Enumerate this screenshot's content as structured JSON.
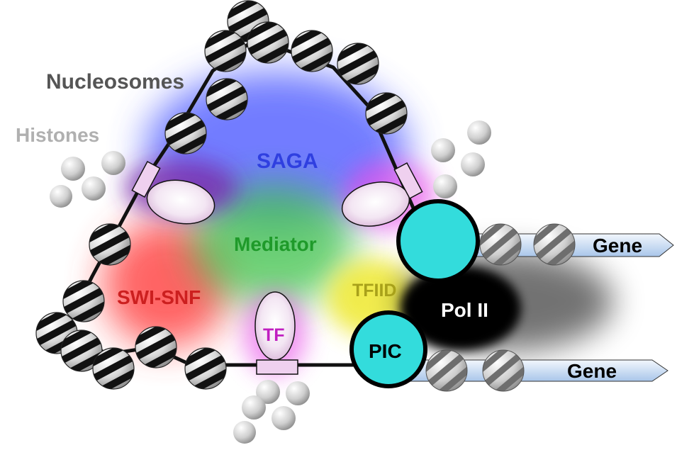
{
  "labels": {
    "nucleosomes": "Nucleosomes",
    "histones": "Histones",
    "saga": "SAGA",
    "mediator": "Mediator",
    "swi_snf": "SWI-SNF",
    "tfiid": "TFIID",
    "tf": "TF",
    "pol2": "Pol II",
    "pic": "PIC",
    "gene_top": "Gene",
    "gene_bottom": "Gene"
  },
  "colors": {
    "saga": "#5a66ff",
    "mediator": "#3cc24a",
    "swi_snf": "#ff4a4a",
    "tfiid": "#f0ea3a",
    "tf": "#e63de6",
    "cyan": "#33dcdc",
    "gene_arrow": "#c8dcf4",
    "label_saga": "#2f3fe0",
    "label_mediator": "#1f9a2a",
    "label_swi": "#cc1f1f",
    "label_tfiid": "#a8a11a",
    "label_tf": "#c01fc0",
    "label_nucleosomes": "#555555",
    "label_histones": "#b0b0b0"
  }
}
